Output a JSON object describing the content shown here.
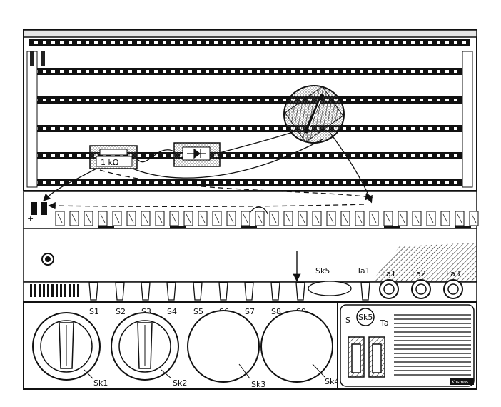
{
  "resistor": {
    "value": "1 kΩ"
  },
  "switch_labels": [
    "S1",
    "S2",
    "S3",
    "S4",
    "S5",
    "S6",
    "S7",
    "S8",
    "S9"
  ],
  "knob_labels": [
    "Sk1",
    "Sk2",
    "Sk3",
    "Sk4"
  ],
  "top_labels": {
    "sk5": "Sk5",
    "ta1": "Ta1",
    "la1": "La1",
    "la2": "La2",
    "la3": "La3"
  },
  "panel": {
    "sk5": "Sk5",
    "s": "S",
    "ta": "Ta"
  },
  "brand": "Kosmos"
}
